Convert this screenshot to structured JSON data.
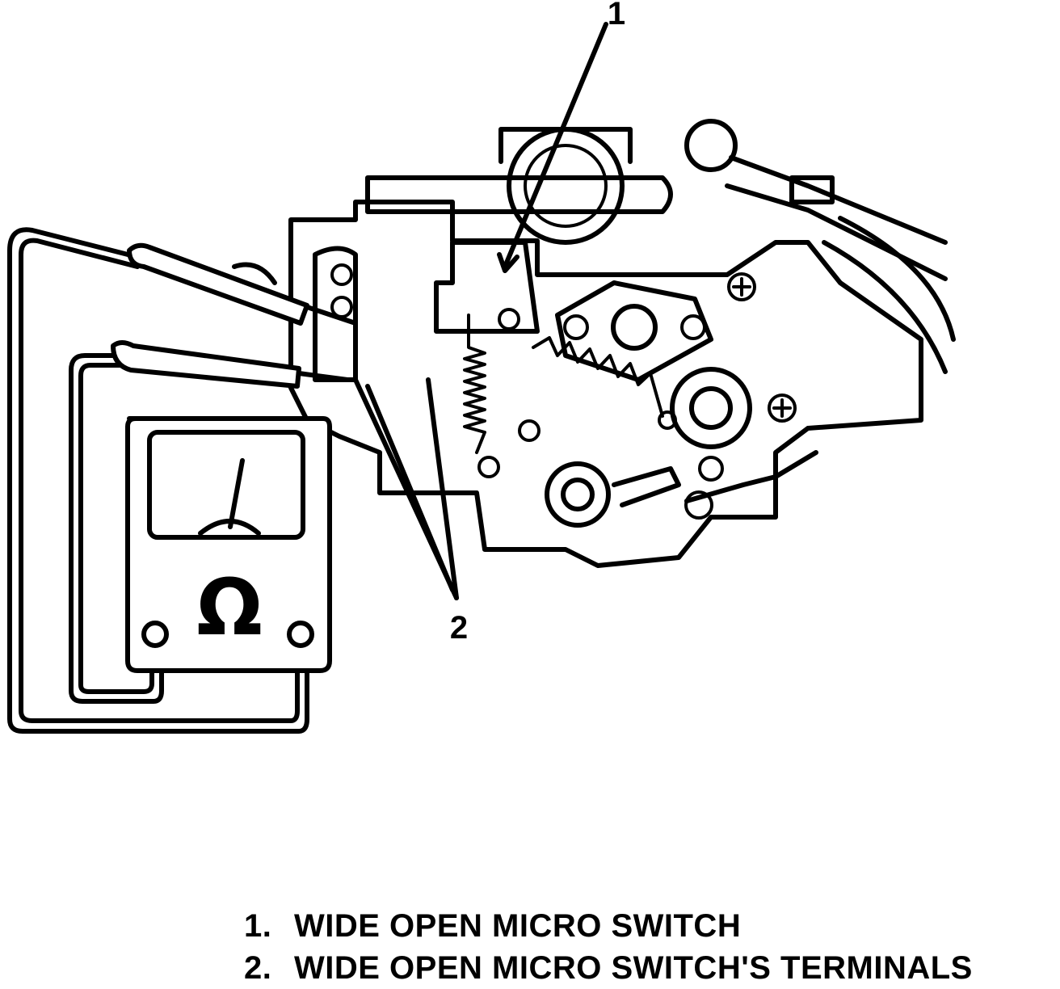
{
  "callouts": [
    {
      "number": "1"
    },
    {
      "number": "2"
    }
  ],
  "meter": {
    "symbol": "Ω",
    "icon": "ohmmeter-icon"
  },
  "legend": [
    {
      "number": "1.",
      "label": "WIDE OPEN MICRO SWITCH"
    },
    {
      "number": "2.",
      "label": "WIDE OPEN MICRO SWITCH'S TERMINALS"
    }
  ]
}
